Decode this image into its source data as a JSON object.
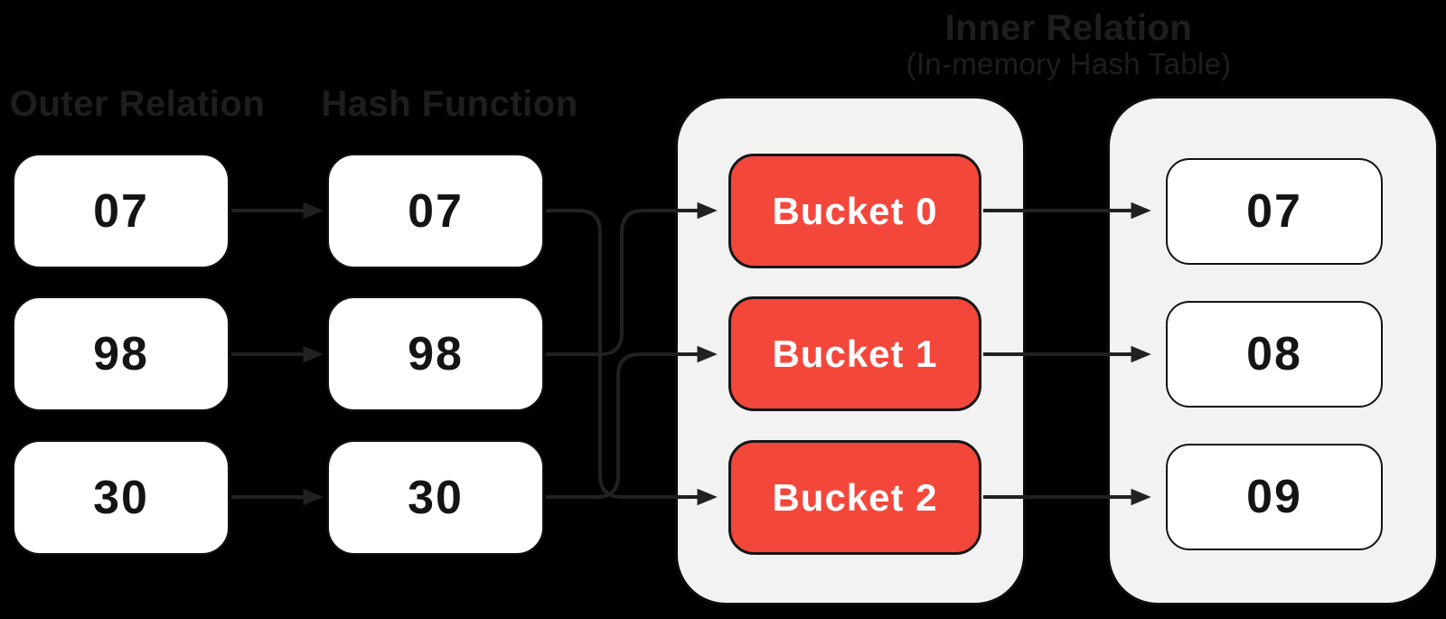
{
  "headings": {
    "outer": "Outer Relation",
    "hash": "Hash Function",
    "inner_title": "Inner Relation",
    "inner_subtitle": "(In-memory Hash Table)"
  },
  "outer_relation": {
    "values": [
      "07",
      "98",
      "30"
    ]
  },
  "hash_function": {
    "values": [
      "07",
      "98",
      "30"
    ]
  },
  "inner_relation": {
    "buckets": [
      "Bucket 0",
      "Bucket 1",
      "Bucket 2"
    ],
    "values": [
      "07",
      "08",
      "09"
    ]
  },
  "flows": {
    "outer_to_hash": [
      [
        "07",
        "07"
      ],
      [
        "98",
        "98"
      ],
      [
        "30",
        "30"
      ]
    ],
    "hash_to_bucket": [
      [
        "07",
        "Bucket 2"
      ],
      [
        "98",
        "Bucket 0"
      ],
      [
        "30",
        "Bucket 1"
      ]
    ],
    "bucket_to_value": [
      [
        "Bucket 0",
        "07"
      ],
      [
        "Bucket 1",
        "08"
      ],
      [
        "Bucket 2",
        "09"
      ]
    ]
  },
  "colors": {
    "background": "#000000",
    "heading_text": "#1e1e21",
    "bucket_red": "#f4473c",
    "bucket_text": "#ffffff",
    "container_gray": "#f2f2f2",
    "node_white": "#ffffff",
    "line": "#212121"
  }
}
